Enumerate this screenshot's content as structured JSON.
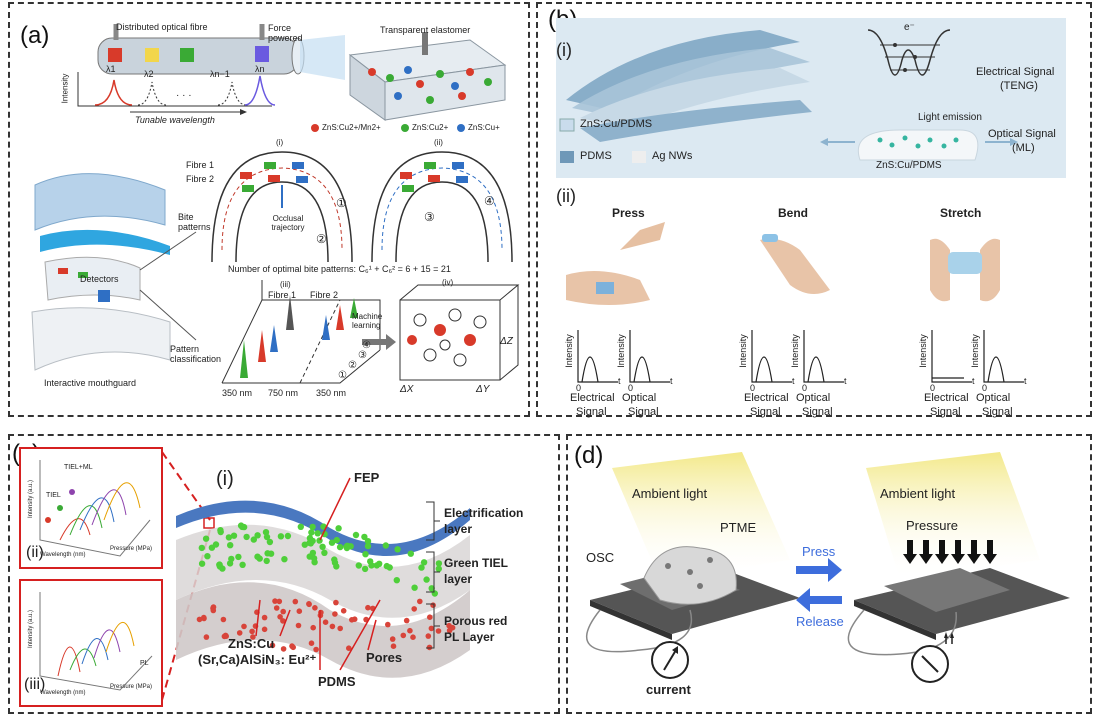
{
  "panels": {
    "a": {
      "label": "(a)",
      "fibre_title": "Distributed optical fibre",
      "force_label": "Force",
      "powered_label": "powered",
      "elastomer_label": "Transparent elastomer",
      "intensity_label": "Intensity",
      "tunable_label": "Tunable wavelength",
      "lambda1": "λ1",
      "lambda2": "λ2",
      "lambda_n_minus_1": "λn−1",
      "lambda_n": "λn",
      "dots": "· · ·",
      "legend": [
        "ZnS:Cu2+/Mn2+",
        "ZnS:Cu2+",
        "ZnS:Cu+"
      ],
      "sub_i": "(i)",
      "sub_ii": "(ii)",
      "sub_iii": "(iii)",
      "sub_iv": "(iv)",
      "fibre1": "Fibre 1",
      "fibre2": "Fibre 2",
      "bite_patterns": "Bite patterns",
      "occlusal": "Occlusal trajectory",
      "number_patterns": "Number of optimal bite patterns: C₆¹ + C₆² = 6 + 15 = 21",
      "detectors": "Detectors",
      "pattern_classification": "Pattern classification",
      "machine_learning": "Machine learning",
      "interactive": "Interactive mouthguard",
      "nm350a": "350 nm",
      "nm750": "750 nm",
      "nm350b": "350 nm",
      "dx": "ΔX",
      "dy": "ΔY",
      "dz": "ΔZ",
      "circled": [
        "①",
        "②",
        "③",
        "④"
      ]
    },
    "b": {
      "label": "(b)",
      "sub_i": "(i)",
      "sub_ii": "(ii)",
      "electron": "e⁻",
      "electrical_signal": "Electrical Signal",
      "teng": "(TENG)",
      "light_emission": "Light emission",
      "optical_signal": "Optical Signal",
      "ml": "(ML)",
      "zns_pdms_layer": "ZnS:Cu/PDMS",
      "pdms_layer": "PDMS",
      "agnws": "Ag NWs",
      "zns_pdms_bottom": "ZnS:Cu/PDMS",
      "modes": [
        "Press",
        "Bend",
        "Stretch"
      ],
      "intensity": "Intensity",
      "axis_zero": "0",
      "axis_t": "t",
      "electrical": "Electrical",
      "optical": "Optical",
      "signal": "Signal"
    },
    "c": {
      "label": "(c)",
      "sub_i": "(i)",
      "sub_ii": "(ii)",
      "sub_iii": "(iii)",
      "fep": "FEP",
      "electrification": "Electrification",
      "green_tiel": "Green TIEL",
      "porous_red": "Porous red",
      "pl_layer": "PL Layer",
      "layer": "layer",
      "zns_cu": "ZnS:Cu",
      "srca": "(Sr,Ca)AlSiN₃: Eu²⁺",
      "pores": "Pores",
      "pdms": "PDMS",
      "tiel_ml": "TIEL+ML",
      "tiel": "TIEL",
      "pl": "PL",
      "intensity_au": "Intensity (a.u.)",
      "wavelength_nm": "Wavelength (nm)",
      "pressure_mpa": "Pressure (MPa)"
    },
    "d": {
      "label": "(d)",
      "ambient1": "Ambient light",
      "ambient2": "Ambient light",
      "osc": "OSC",
      "ptme": "PTME",
      "press": "Press",
      "release": "Release",
      "pressure": "Pressure",
      "current": "current"
    }
  },
  "colors": {
    "red": "#d83a2a",
    "green": "#3aaa35",
    "blue": "#2f6fc4",
    "yellow": "#f2d64b",
    "arrow_blue": "#3d6ddc",
    "layer_blue": "#4a78c0",
    "frame_red": "#d62020"
  }
}
